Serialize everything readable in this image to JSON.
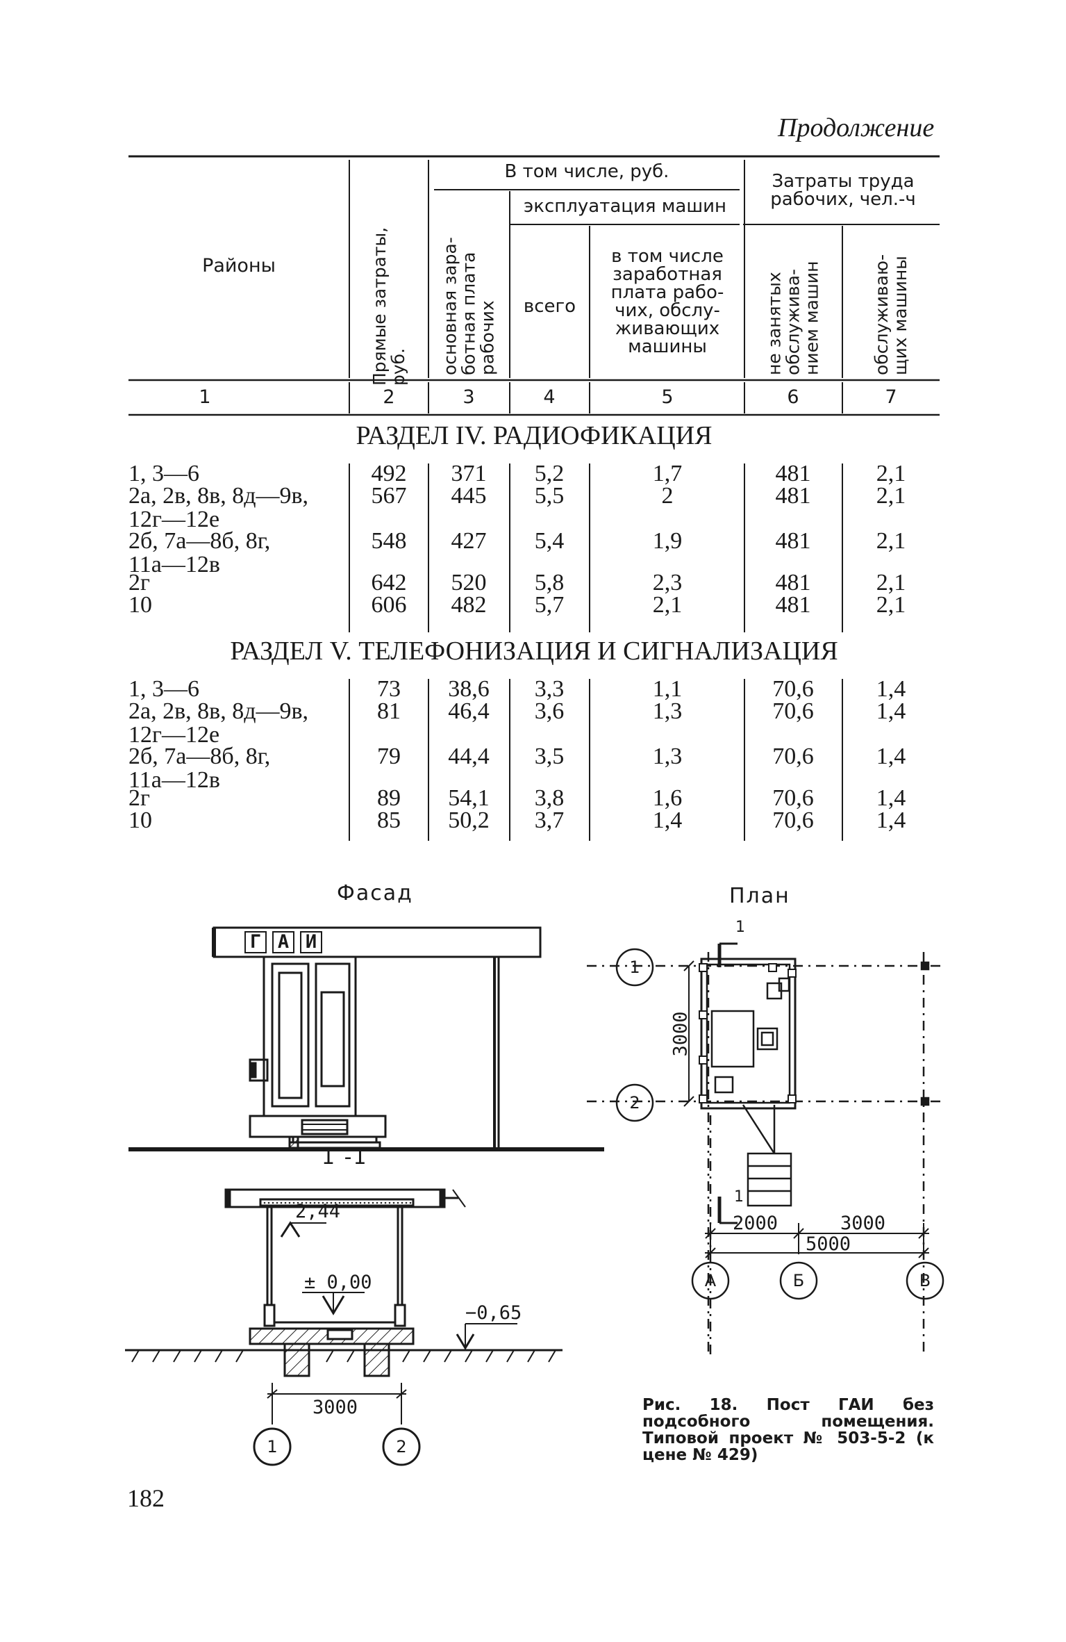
{
  "header": {
    "continuation": "Продолжение"
  },
  "table": {
    "headers": {
      "region": "Районы",
      "direct": "Прямые затраты, руб.",
      "including": "В том числе, руб.",
      "wage": "основная зара-ботная плата рабочих",
      "machine_op": "эксплуатация машин",
      "total": "всего",
      "machine_wage": "в том числе заработная плата рабо-чих, обслу-живающих машины",
      "labor": "Затраты труда рабочих, чел.-ч",
      "not_busy": "не занятых обслужива-нием машин",
      "serving": "обслуживаю-щих машины"
    },
    "col_numbers": [
      "1",
      "2",
      "3",
      "4",
      "5",
      "6",
      "7"
    ],
    "sections": [
      {
        "title": "РАЗДЕЛ IV. РАДИОФИКАЦИЯ",
        "rows": [
          {
            "region": [
              "1, 3—6"
            ],
            "values": [
              "492",
              "371",
              "5,2",
              "1,7",
              "481",
              "2,1"
            ]
          },
          {
            "region": [
              "2а, 2в, 8в, 8д—9в,",
              "12г—12е"
            ],
            "values": [
              "567",
              "445",
              "5,5",
              "2",
              "481",
              "2,1"
            ]
          },
          {
            "region": [
              "2б, 7а—8б, 8г,",
              "11а—12в"
            ],
            "values": [
              "548",
              "427",
              "5,4",
              "1,9",
              "481",
              "2,1"
            ]
          },
          {
            "region": [
              "2г"
            ],
            "values": [
              "642",
              "520",
              "5,8",
              "2,3",
              "481",
              "2,1"
            ]
          },
          {
            "region": [
              "10"
            ],
            "values": [
              "606",
              "482",
              "5,7",
              "2,1",
              "481",
              "2,1"
            ]
          }
        ]
      },
      {
        "title": "РАЗДЕЛ V. ТЕЛЕФОНИЗАЦИЯ И СИГНАЛИЗАЦИЯ",
        "rows": [
          {
            "region": [
              "1, 3—6"
            ],
            "values": [
              "73",
              "38,6",
              "3,3",
              "1,1",
              "70,6",
              "1,4"
            ]
          },
          {
            "region": [
              "2а, 2в, 8в, 8д—9в,",
              "12г—12е"
            ],
            "values": [
              "81",
              "46,4",
              "3,6",
              "1,3",
              "70,6",
              "1,4"
            ]
          },
          {
            "region": [
              "2б, 7а—8б, 8г,",
              "11а—12в"
            ],
            "values": [
              "79",
              "44,4",
              "3,5",
              "1,3",
              "70,6",
              "1,4"
            ]
          },
          {
            "region": [
              "2г"
            ],
            "values": [
              "89",
              "54,1",
              "3,8",
              "1,6",
              "70,6",
              "1,4"
            ]
          },
          {
            "region": [
              "10"
            ],
            "values": [
              "85",
              "50,2",
              "3,7",
              "1,4",
              "70,6",
              "1,4"
            ]
          }
        ]
      }
    ]
  },
  "figure": {
    "facade_title": "Фасад",
    "plan_title": "План",
    "section_title": "1 -1",
    "sign_letters": [
      "Г",
      "А",
      "И"
    ],
    "elev_top": "2,44",
    "elev_zero": "± 0,00",
    "elev_ground": "−0,65",
    "section_width": "3000",
    "section_axes": [
      "1",
      "2"
    ],
    "plan_axes_rows": [
      "1",
      "2"
    ],
    "plan_axes_cols": [
      "А",
      "Б",
      "В"
    ],
    "plan_height": "3000",
    "plan_dim_left": "2000",
    "plan_dim_right": "3000",
    "plan_dim_total": "5000",
    "cut_mark": "1"
  },
  "caption": "Рис. 18. Пост ГАИ без подсобного помещения. Типовой проект № 503-5-2 (к цене № 429)",
  "page_number": "182"
}
